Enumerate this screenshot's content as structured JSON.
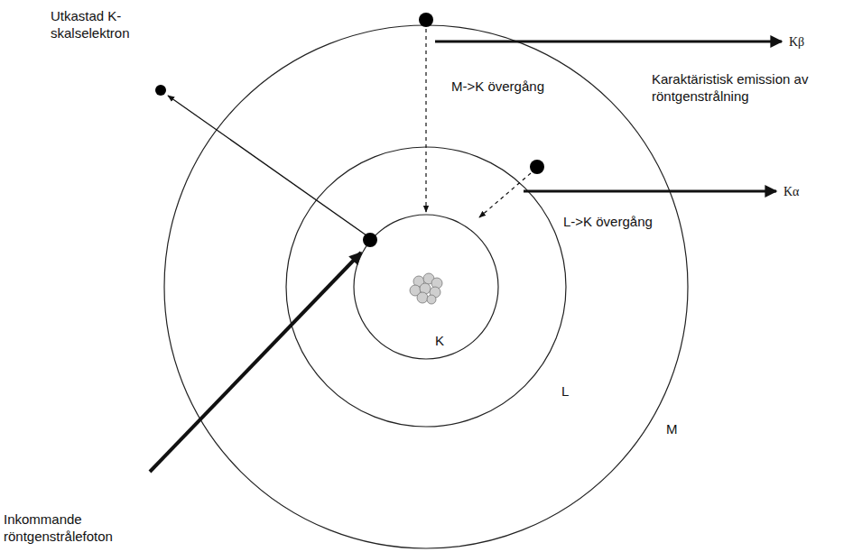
{
  "diagram": {
    "labels": [
      "Utkastad K-skalselektron",
      "Kβ",
      "M->K övergång",
      "Karaktäristisk emission av röntgenstrålning",
      "Kα",
      "L->K övergång",
      "K",
      "L",
      "M",
      "Inkommande röntgenstrålefoton"
    ]
  }
}
